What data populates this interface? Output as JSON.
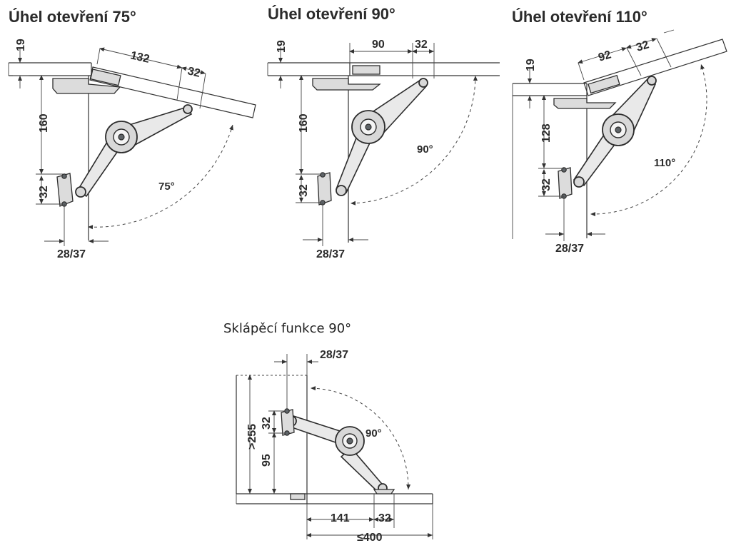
{
  "panels": [
    {
      "title": "Úhel otevření 75°",
      "angle": "75°",
      "dims": {
        "top": "19",
        "vertical": "160",
        "mount": "32",
        "bottom": "28/37",
        "lid_a": "132",
        "lid_b": "32"
      }
    },
    {
      "title": "Úhel otevření 90°",
      "angle": "90°",
      "dims": {
        "top": "19",
        "vertical": "160",
        "mount": "32",
        "bottom": "28/37",
        "lid_a": "90",
        "lid_b": "32"
      }
    },
    {
      "title": "Úhel otevření 110°",
      "angle": "110°",
      "dims": {
        "top": "19",
        "vertical": "128",
        "mount": "32",
        "bottom": "28/37",
        "lid_a": "92",
        "lid_b": "32"
      }
    }
  ],
  "fold": {
    "title": "Sklápěcí funkce 90°",
    "angle": "90°",
    "dims": {
      "top": "28/37",
      "mount": "32",
      "height": ">255",
      "vertical": "95",
      "offset": "141",
      "b": "32",
      "total": "≤400"
    }
  }
}
